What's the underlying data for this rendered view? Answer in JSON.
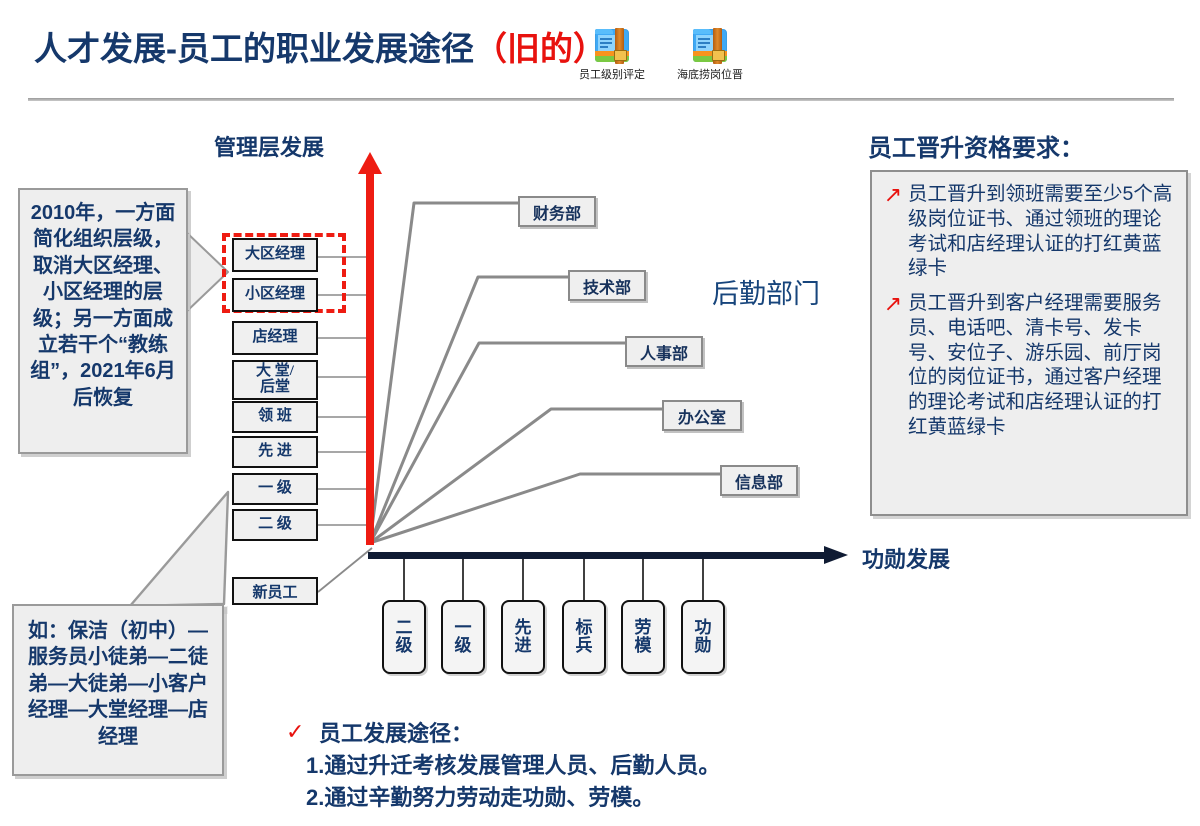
{
  "header": {
    "title_main": "人才发展-员工的职业发展途径",
    "title_suffix": "（旧的）",
    "icons": [
      {
        "name": "file-icon",
        "caption": "员工级别评定"
      },
      {
        "name": "file-icon",
        "caption": "海底捞岗位晋"
      }
    ]
  },
  "axes": {
    "y_label": "管理层发展",
    "x_label": "功勋发展",
    "y_color": "#ee1c12",
    "x_color": "#0f1b33"
  },
  "ladder": {
    "items": [
      {
        "label": "大区经理"
      },
      {
        "label": "小区经理"
      },
      {
        "label": "店经理"
      },
      {
        "label": "大 堂/\n后堂"
      },
      {
        "label": "领 班"
      },
      {
        "label": "先 进"
      },
      {
        "label": "一 级"
      },
      {
        "label": "二 级"
      }
    ],
    "newcomer": "新员工",
    "highlight_color": "#ee1c12"
  },
  "departments": {
    "group_label": "后勤部门",
    "items": [
      {
        "label": "财务部"
      },
      {
        "label": "技术部"
      },
      {
        "label": "人事部"
      },
      {
        "label": "办公室"
      },
      {
        "label": "信息部"
      }
    ]
  },
  "merits": {
    "items": [
      {
        "label": "二\n级"
      },
      {
        "label": "一\n级"
      },
      {
        "label": "先\n进"
      },
      {
        "label": "标\n兵"
      },
      {
        "label": "劳\n模"
      },
      {
        "label": "功\n勋"
      }
    ]
  },
  "callouts": {
    "top": "2010年，一方面简化组织层级，取消大区经理、小区经理的层级；另一方面成立若干个“教练组”，2021年6月后恢复",
    "bottom": "如：保洁（初中）—服务员小徒弟—二徒弟—大徒弟—小客户经理—大堂经理—店经理"
  },
  "right_panel": {
    "title": "员工晋升资格要求：",
    "bullet_icon": "arrow-up-right-icon",
    "items": [
      "员工晋升到领班需要至少5个高级岗位证书、通过领班的理论考试和店经理认证的打红黄蓝绿卡",
      "员工晋升到客户经理需要服务员、电话吧、清卡号、发卡号、安位子、游乐园、前厅岗位的岗位证书，通过客户经理的理论考试和店经理认证的打红黄蓝绿卡"
    ]
  },
  "caption": {
    "check_icon": "check-icon",
    "head": "员工发展途径：",
    "line1": "1.通过升迁考核发展管理人员、后勤人员。",
    "line2": "2.通过辛勤努力劳动走功勋、劳模。"
  },
  "colors": {
    "title_blue": "#15386b",
    "accent_red": "#e8120e",
    "box_fill": "#f0f0f0",
    "line_gray": "#8a8a8a"
  }
}
